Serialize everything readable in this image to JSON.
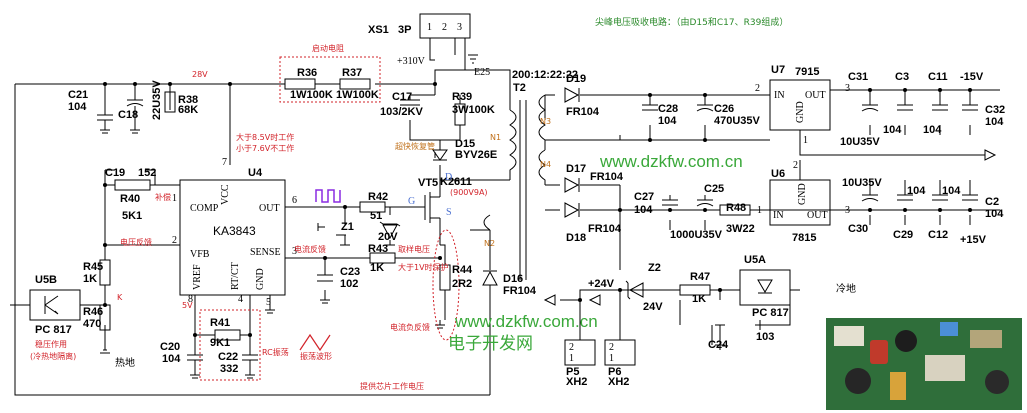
{
  "title_note": "尖峰电压吸收电路：（由D15和C17、R39组成）",
  "watermark": "www.dzkfw.com.cn",
  "watermark_cn": "电子开发网",
  "ic_main": {
    "ref": "U4",
    "name": "KA3843",
    "pins": {
      "comp": "COMP",
      "vcc": "VCC",
      "out": "OUT",
      "vfb": "VFB",
      "sense": "SENSE",
      "vref": "VREF",
      "rtct": "RT/CT",
      "gnd": "GND"
    },
    "pin_numbers": [
      "1",
      "7",
      "6",
      "2",
      "3",
      "8",
      "4",
      "5"
    ]
  },
  "connector_xs1": {
    "ref": "XS1",
    "pins": "3P",
    "pin_labels": [
      "1",
      "2",
      "3"
    ],
    "v310": "+310V",
    "e25": "E25"
  },
  "transformer": {
    "ref": "T2",
    "ratio": "200:12:22:22",
    "windings": [
      "N1",
      "N2",
      "N3",
      "N4"
    ]
  },
  "regulators": {
    "u7": {
      "ref": "U7",
      "part": "7915",
      "in": "IN",
      "out": "OUT",
      "gnd": "GND",
      "pin_in": "2",
      "pin_out": "3",
      "pin_gnd": "1"
    },
    "u6": {
      "ref": "U6",
      "part": "7815",
      "in": "IN",
      "out": "OUT",
      "gnd": "GND",
      "pin_in": "1",
      "pin_out": "3",
      "pin_gnd": "2"
    }
  },
  "components": {
    "r36": {
      "ref": "R36",
      "value": "1W100K"
    },
    "r37": {
      "ref": "R37",
      "value": "1W100K"
    },
    "r38": {
      "ref": "R38",
      "value": "68K"
    },
    "r39": {
      "ref": "R39",
      "value": "3W100K"
    },
    "r40": {
      "ref": "R40",
      "value": "5K1"
    },
    "r41": {
      "ref": "R41",
      "value": "9K1"
    },
    "r42": {
      "ref": "R42",
      "value": "51"
    },
    "r43": {
      "ref": "R43",
      "value": "1K"
    },
    "r44": {
      "ref": "R44",
      "value": "2R2"
    },
    "r45": {
      "ref": "R45",
      "value": "1K"
    },
    "r46": {
      "ref": "R46",
      "value": "470"
    },
    "r47": {
      "ref": "R47",
      "value": "1K"
    },
    "r48": {
      "ref": "R48",
      "value": "3W22"
    },
    "c17": {
      "ref": "C17",
      "value": "103/2KV"
    },
    "c18": {
      "ref": "C18",
      "value": "22U35V"
    },
    "c19": {
      "ref": "C19",
      "value": "152"
    },
    "c20": {
      "ref": "C20",
      "value": "104"
    },
    "c21": {
      "ref": "C21",
      "value": "104"
    },
    "c22": {
      "ref": "C22",
      "value": "332"
    },
    "c23": {
      "ref": "C23",
      "value": "102"
    },
    "c24": {
      "ref": "C24",
      "value": "103"
    },
    "c25": {
      "ref": "C25",
      "value": "1000U35V"
    },
    "c26": {
      "ref": "C26",
      "value": "470U35V"
    },
    "c27": {
      "ref": "C27",
      "value": "104"
    },
    "c28": {
      "ref": "C28",
      "value": "104"
    },
    "c31": {
      "ref": "C31",
      "value": "10U35V"
    },
    "c30": {
      "ref": "C30",
      "value": "10U35V"
    },
    "c3": {
      "ref": "C3",
      "value": "104"
    },
    "c11": {
      "ref": "C11",
      "value": "104"
    },
    "c32": {
      "ref": "C32",
      "value": "104"
    },
    "c29": {
      "ref": "C29",
      "value": "104"
    },
    "c12": {
      "ref": "C12",
      "value": "104"
    },
    "c2": {
      "ref": "C2",
      "value": "104"
    },
    "d15": {
      "ref": "D15",
      "value": "BYV26E"
    },
    "d16": {
      "ref": "D16",
      "value": "FR104"
    },
    "d17": {
      "ref": "D17",
      "value": "FR104"
    },
    "d18": {
      "ref": "D18",
      "value": "FR104"
    },
    "d19": {
      "ref": "D19",
      "value": "FR104"
    },
    "z1": {
      "ref": "Z1",
      "value": "20V"
    },
    "z2": {
      "ref": "Z2",
      "value": "24V"
    },
    "vt5": {
      "ref": "VT5",
      "value": "K2611",
      "rating": "(900V9A)",
      "g": "G",
      "d": "D",
      "s": "S"
    },
    "u5a": {
      "ref": "U5A",
      "value": "PC 817"
    },
    "u5b": {
      "ref": "U5B",
      "value": "PC 817"
    },
    "p5": {
      "ref": "P5",
      "value": "XH2",
      "pins": [
        "1",
        "2"
      ]
    },
    "p6": {
      "ref": "P6",
      "value": "XH2",
      "pins": [
        "1",
        "2"
      ]
    }
  },
  "labels": {
    "v28": "28V",
    "start_res": "启动电阻",
    "vcc_note1": "大于8.5V时工作",
    "vcc_note2": "小于7.6V不工作",
    "comp_note": "补偿",
    "v_fb": "电压反馈",
    "i_fb": "电流反馈",
    "sample_v": "取样电压",
    "protect": "大于1V时保护",
    "i_neg_fb": "电流负反馈",
    "pwr_supply": "提供芯片工作电压",
    "osc": "RC振荡",
    "osc_wave": "振荡波形",
    "fast_diode": "超快恢复管",
    "v5": "5V",
    "k_label": "K",
    "stab": "稳压作用",
    "isolate": "(冷热地隔离)",
    "hot_gnd": "热地",
    "cold_gnd": "冷地",
    "p24": "+24V",
    "m15": "-15V",
    "p15": "+15V"
  },
  "colors": {
    "red": "#d2232a",
    "green": "#2b8a2b",
    "orange": "#c0701a",
    "purple": "#8a2be2",
    "blue": "#4a6fd0"
  }
}
